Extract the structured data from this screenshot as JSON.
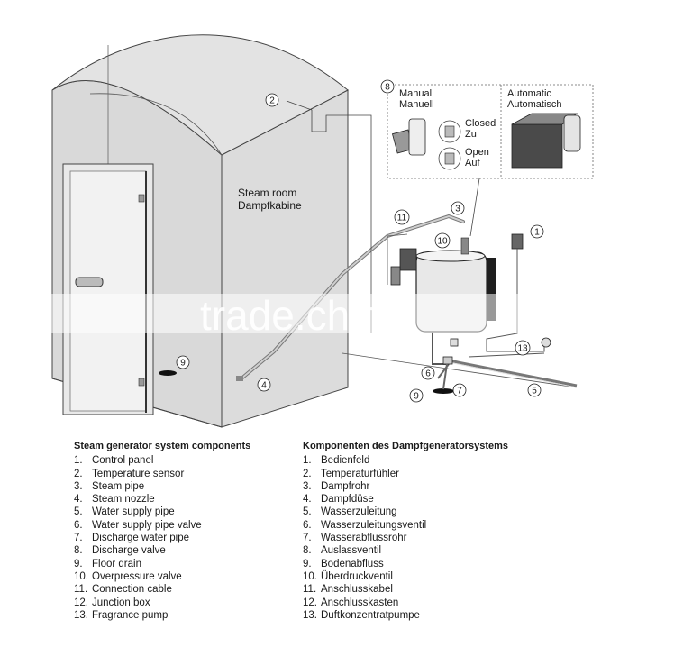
{
  "room": {
    "label_en": "Steam room",
    "label_de": "Dampfkabine"
  },
  "valve_panel": {
    "number": "8",
    "manual_en": "Manual",
    "manual_de": "Manuell",
    "closed_en": "Closed",
    "closed_de": "Zu",
    "open_en": "Open",
    "open_de": "Auf",
    "automatic_en": "Automatic",
    "automatic_de": "Automatisch"
  },
  "callouts": [
    "1",
    "2",
    "3",
    "4",
    "5",
    "6",
    "7",
    "9",
    "9",
    "10",
    "11",
    "13"
  ],
  "watermark": "trade.china",
  "legend_en": {
    "title": "Steam generator system components",
    "items": [
      {
        "n": "1.",
        "label": "Control panel"
      },
      {
        "n": "2.",
        "label": "Temperature sensor"
      },
      {
        "n": "3.",
        "label": "Steam pipe"
      },
      {
        "n": "4.",
        "label": "Steam nozzle"
      },
      {
        "n": "5.",
        "label": "Water supply pipe"
      },
      {
        "n": "6.",
        "label": "Water supply pipe valve"
      },
      {
        "n": "7.",
        "label": "Discharge water pipe"
      },
      {
        "n": "8.",
        "label": "Discharge valve"
      },
      {
        "n": "9.",
        "label": "Floor drain"
      },
      {
        "n": "10.",
        "label": "Overpressure valve"
      },
      {
        "n": "11.",
        "label": "Connection cable"
      },
      {
        "n": "12.",
        "label": "Junction box"
      },
      {
        "n": "13.",
        "label": "Fragrance pump"
      }
    ]
  },
  "legend_de": {
    "title": "Komponenten des Dampfgeneratorsystems",
    "items": [
      {
        "n": "1.",
        "label": "Bedienfeld"
      },
      {
        "n": "2.",
        "label": "Temperaturfühler"
      },
      {
        "n": "3.",
        "label": "Dampfrohr"
      },
      {
        "n": "4.",
        "label": "Dampfdüse"
      },
      {
        "n": "5.",
        "label": "Wasserzuleitung"
      },
      {
        "n": "6.",
        "label": "Wasserzuleitungsventil"
      },
      {
        "n": "7.",
        "label": "Wasserabflussrohr"
      },
      {
        "n": "8.",
        "label": "Auslassventil"
      },
      {
        "n": "9.",
        "label": "Bodenabfluss"
      },
      {
        "n": "10.",
        "label": "Überdruckventil"
      },
      {
        "n": "11.",
        "label": "Anschlusskabel"
      },
      {
        "n": "12.",
        "label": "Anschlusskasten"
      },
      {
        "n": "13.",
        "label": "Duftkonzentratpumpe"
      }
    ]
  },
  "colors": {
    "wall": "#dcdcdc",
    "wall_dark": "#cfcfcf",
    "line": "#333333"
  }
}
